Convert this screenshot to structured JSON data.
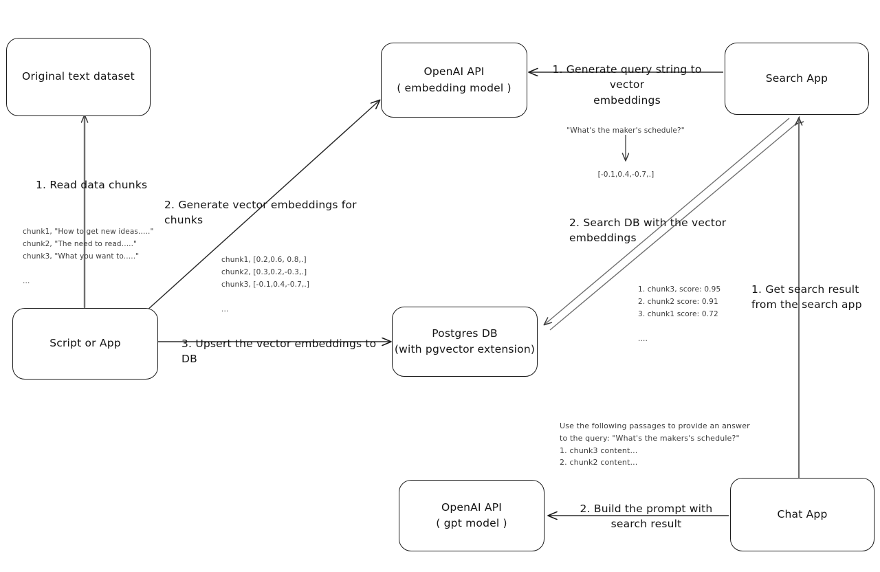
{
  "diagram": {
    "title": "Vector search RAG architecture",
    "background_color": "#ffffff",
    "stroke_color": "#1a1a1a",
    "note_color": "#3d3d3d"
  },
  "nodes": {
    "original_dataset": {
      "label": "Original text dataset"
    },
    "openai_embedding": {
      "label_line1": "OpenAI API",
      "label_line2": "( embedding model )"
    },
    "search_app": {
      "label": "Search App"
    },
    "script_or_app": {
      "label": "Script or App"
    },
    "postgres_db": {
      "label_line1": "Postgres DB",
      "label_line2": "(with pgvector extension)"
    },
    "openai_gpt": {
      "label_line1": "OpenAI API",
      "label_line2": "( gpt model )"
    },
    "chat_app": {
      "label": "Chat App"
    }
  },
  "edge_labels": {
    "read_data_chunks": "1. Read data chunks",
    "generate_vector_embeddings": "2. Generate vector embeddings for chunks",
    "upsert_to_db": "3. Upsert the vector embeddings  to DB",
    "generate_query_embeddings": "1. Generate query string to vector\nembeddings",
    "search_db": "2. Search DB with the vector embeddings",
    "get_search_result": "1. Get search result\nfrom the search app",
    "build_prompt": "2. Build the prompt with\nsearch result"
  },
  "notes": {
    "source_chunks": "chunk1, \"How to get new ideas.....\"\nchunk2, \"The need to read.....\"\nchunk3, \"What you want to.....\"\n\n...",
    "chunk_embeddings": "chunk1, [0.2,0.6, 0.8,.]\nchunk2, [0.3,0.2,-0.3,.]\nchunk3, [-0.1,0.4,-0.7,.]\n\n...",
    "query_string": "\"What's the maker's schedule?\"",
    "query_embedding": "[-0.1,0.4,-0.7,.]",
    "search_results": "1. chunk3, score: 0.95\n2. chunk2 score: 0.91\n3. chunk1 score: 0.72\n\n....",
    "prompt_template": "Use the following passages to provide an answer\nto the query: \"What's the makers's schedule?\"\n1. chunk3 content...\n2. chunk2 content..."
  }
}
